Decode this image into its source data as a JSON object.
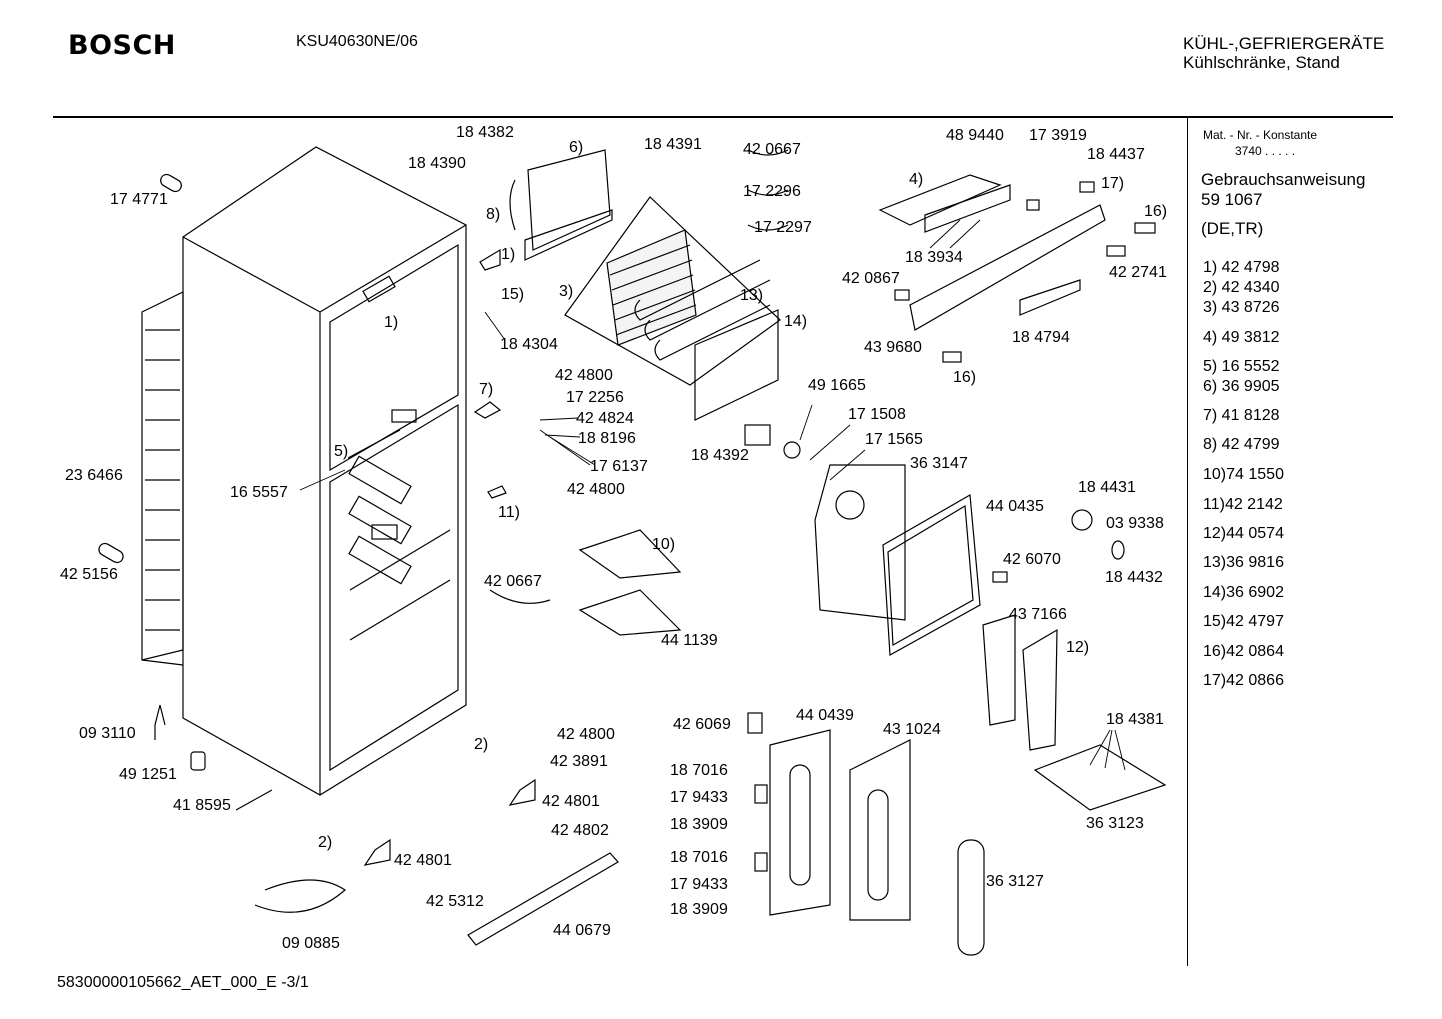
{
  "header": {
    "logo": "BOSCH",
    "model": "KSU40630NE/06",
    "category_line1": "KÜHL-,GEFRIERGERÄTE",
    "category_line2": "Kühlschränke, Stand"
  },
  "sidebar": {
    "mat_label": "Mat. - Nr. - Konstante",
    "mat_value": "3740  .  .  .  .  .",
    "manual_label": "Gebrauchsanweisung",
    "manual_number": "59 1067",
    "manual_lang": "(DE,TR)",
    "items": [
      "1)  42 4798",
      "2)  42 4340",
      "3)  43 8726",
      "4)  49 3812",
      "5)  16 5552",
      "6)  36 9905",
      "7)  41 8128",
      "8)  42 4799",
      "10)74 1550",
      "11)42 2142",
      "12)44 0574",
      "13)36 9816",
      "14)36 6902",
      "15)42 4797",
      "16)42 0864",
      "17)42 0866"
    ]
  },
  "labels": [
    "18 4382",
    "6)",
    "18 4390",
    "8)",
    "1)",
    "15)",
    "18 4304",
    "17 4771",
    "1)",
    "18 4391",
    "42 0667",
    "17 2296",
    "17 2297",
    "3)",
    "13)",
    "14)",
    "48 9440",
    "17 3919",
    "18 4437",
    "4)",
    "17)",
    "16)",
    "18 3934",
    "42 0867",
    "42 2741",
    "43 9680",
    "16)",
    "18 4794",
    "7)",
    "42 4800",
    "17 2256",
    "42 4824",
    "18 8196",
    "17 6137",
    "42 4800",
    "5)",
    "16 5557",
    "23 6466",
    "11)",
    "49 1665",
    "17 1508",
    "18 4392",
    "17 1565",
    "36 3147",
    "44 0435",
    "18 4431",
    "03 9338",
    "18 4432",
    "42 6070",
    "10)",
    "42 0667",
    "42 5156",
    "44 1139",
    "43 7166",
    "12)",
    "18 4381",
    "36 3123",
    "42 6069",
    "44 0439",
    "43 1024",
    "09 3110",
    "2)",
    "42 4800",
    "42 3891",
    "49 1251",
    "42 4801",
    "41 8595",
    "42 4802",
    "2)",
    "42 4801",
    "18 7016",
    "17 9433",
    "18 3909",
    "18 7016",
    "17 9433",
    "18 3909",
    "36 3127",
    "42 5312",
    "44 0679",
    "09 0885"
  ],
  "footer": {
    "doc_id": "58300000105662_AET_000_E -3/1"
  }
}
